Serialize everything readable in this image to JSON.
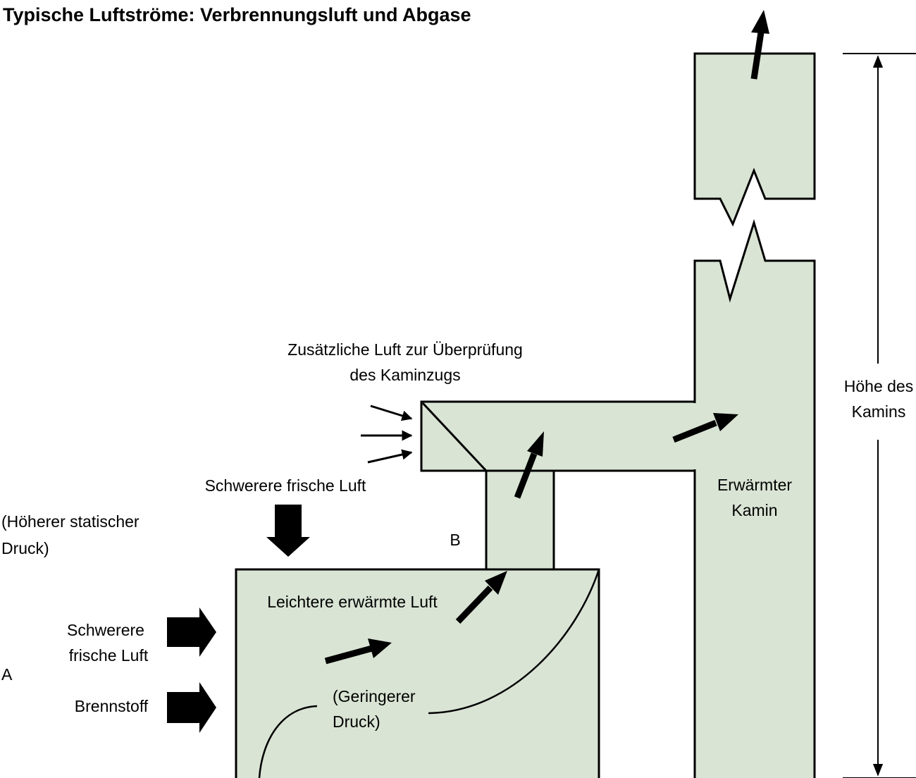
{
  "title": "Typische Luftströme: Verbrennungsluft und Abgase",
  "labels": {
    "extra_air_line1": "Zusätzliche Luft zur Überprüfung",
    "extra_air_line2": "des Kaminzugs",
    "heavy_fresh_air_top": "Schwerere frische Luft",
    "higher_static_line1": "(Höherer statischer",
    "higher_static_line2": "Druck)",
    "point_b": "B",
    "point_a": "A",
    "light_warm_air": "Leichtere erwärmte Luft",
    "heavy_fresh_air_line1": "Schwerere",
    "heavy_fresh_air_line2": "frische Luft",
    "fuel": "Brennstoff",
    "lower_pressure_line1": "(Geringerer",
    "lower_pressure_line2": "Druck)",
    "warm_chimney_line1": "Erwärmter",
    "warm_chimney_line2": "Kamin",
    "chimney_height_line1": "Höhe des",
    "chimney_height_line2": "Kamins"
  },
  "colors": {
    "fill": "#d9e4d4",
    "stroke": "#000000",
    "background": "#ffffff"
  }
}
